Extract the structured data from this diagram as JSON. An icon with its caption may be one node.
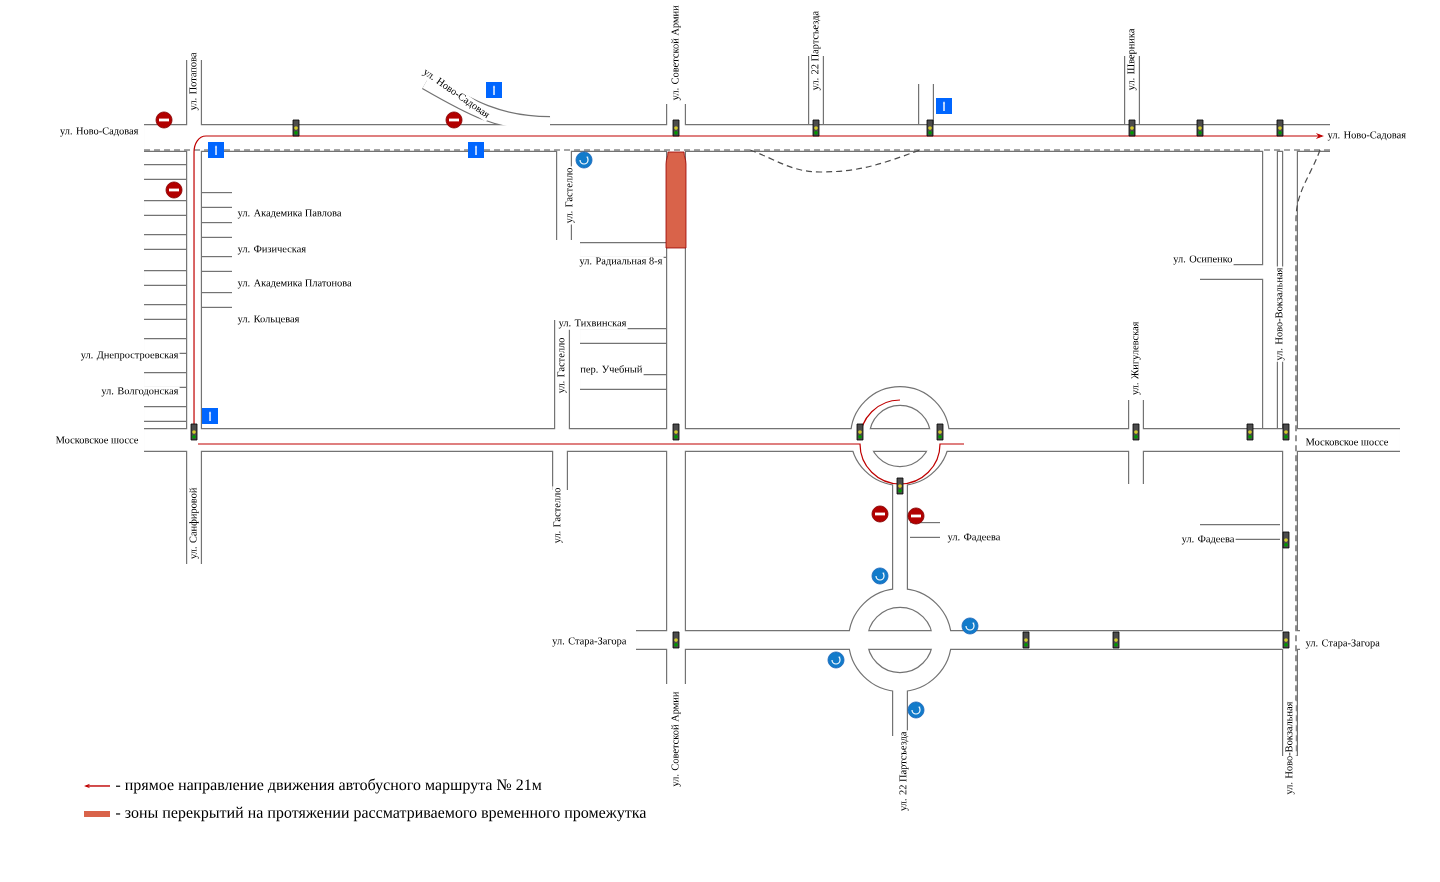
{
  "diagram": {
    "labels": [
      "ул. Потапова",
      "ул. Ново-Садовая",
      "ул. Советской Армии",
      "ул. 22 Партсъезда",
      "ул. Шверника",
      "ул. Ново-Садовая",
      "ул. Ново-Садовая",
      "ул. Академика Павлова",
      "ул. Физическая",
      "ул. Гастелло",
      "ул. Радиальная 8-я",
      "ул. Академика Платонова",
      "ул. Осипенко",
      "ул. Ново-Вокзальная",
      "ул. Кольцевая",
      "ул. Тихвинская",
      "ул. Гастелло",
      "пер. Учебный",
      "ул. Днепростроевская",
      "ул. Волгодонская",
      "ул. Жигулевская",
      "Московское шоссе",
      "Московское шоссе",
      "ул. Санфировой",
      "ул. Гастелло",
      "ул. Фадеева",
      "ул. Фадеева",
      "ул. Стара-Загора",
      "ул. Стара-Загора",
      "ул. Советской Армии",
      "ул. 22 Партсъезда",
      "ул. Ново-Вокзальная"
    ],
    "legend": [
      {
        "text": "- прямое направление движения автобусного маршрута № 21м"
      },
      {
        "text": "- зоны перекрытий на протяжении рассматриваемого временного промежутка",
        "color": "#d9634a"
      }
    ]
  }
}
